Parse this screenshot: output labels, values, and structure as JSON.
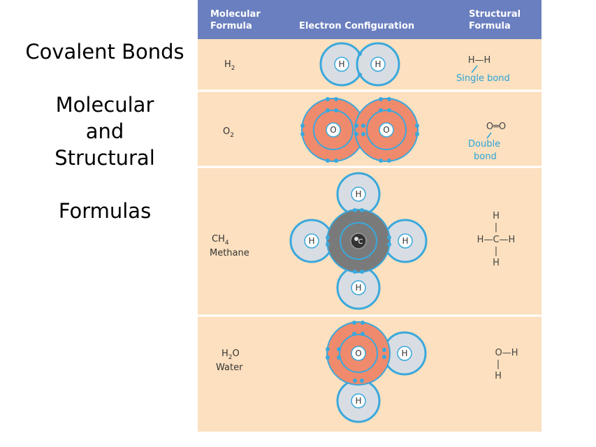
{
  "title_lines": [
    "Covalent Bonds",
    "Molecular",
    "and",
    "Structural",
    "Formulas"
  ],
  "header": {
    "col1_line1": "Molecular",
    "col1_line2": "Formula",
    "col2": "Electron Configuration",
    "col3_line1": "Structural",
    "col3_line2": "Formula"
  },
  "rows": [
    {
      "formula": "H",
      "subscript": "2",
      "name": "",
      "note1": "Single bond",
      "note2": ""
    },
    {
      "formula": "O",
      "subscript": "2",
      "name": "",
      "note1": "Double",
      "note2": "bond"
    },
    {
      "formula": "CH",
      "subscript": "4",
      "name": "Methane",
      "note1": "",
      "note2": ""
    },
    {
      "formula": "H",
      "subscript": "2",
      "formula_tail": "O",
      "name": "Water",
      "note1": "",
      "note2": ""
    }
  ],
  "atoms": {
    "H": "H",
    "O": "O",
    "C": "C"
  },
  "structural": {
    "h2": "H—H",
    "o2": "O═O",
    "ch4_center": "H—C—H",
    "h2o_top": "O—H",
    "h_letter": "H",
    "vbar": "|"
  },
  "colors": {
    "header_bg": "#6a7fbf",
    "row_bg": "#fce0bf",
    "row_line": "#ffffff",
    "shell": "#3aa8dc",
    "h_atom": "#d8dde3",
    "o_atom": "#f08a6c",
    "c_atom": "#7a7a7a"
  }
}
